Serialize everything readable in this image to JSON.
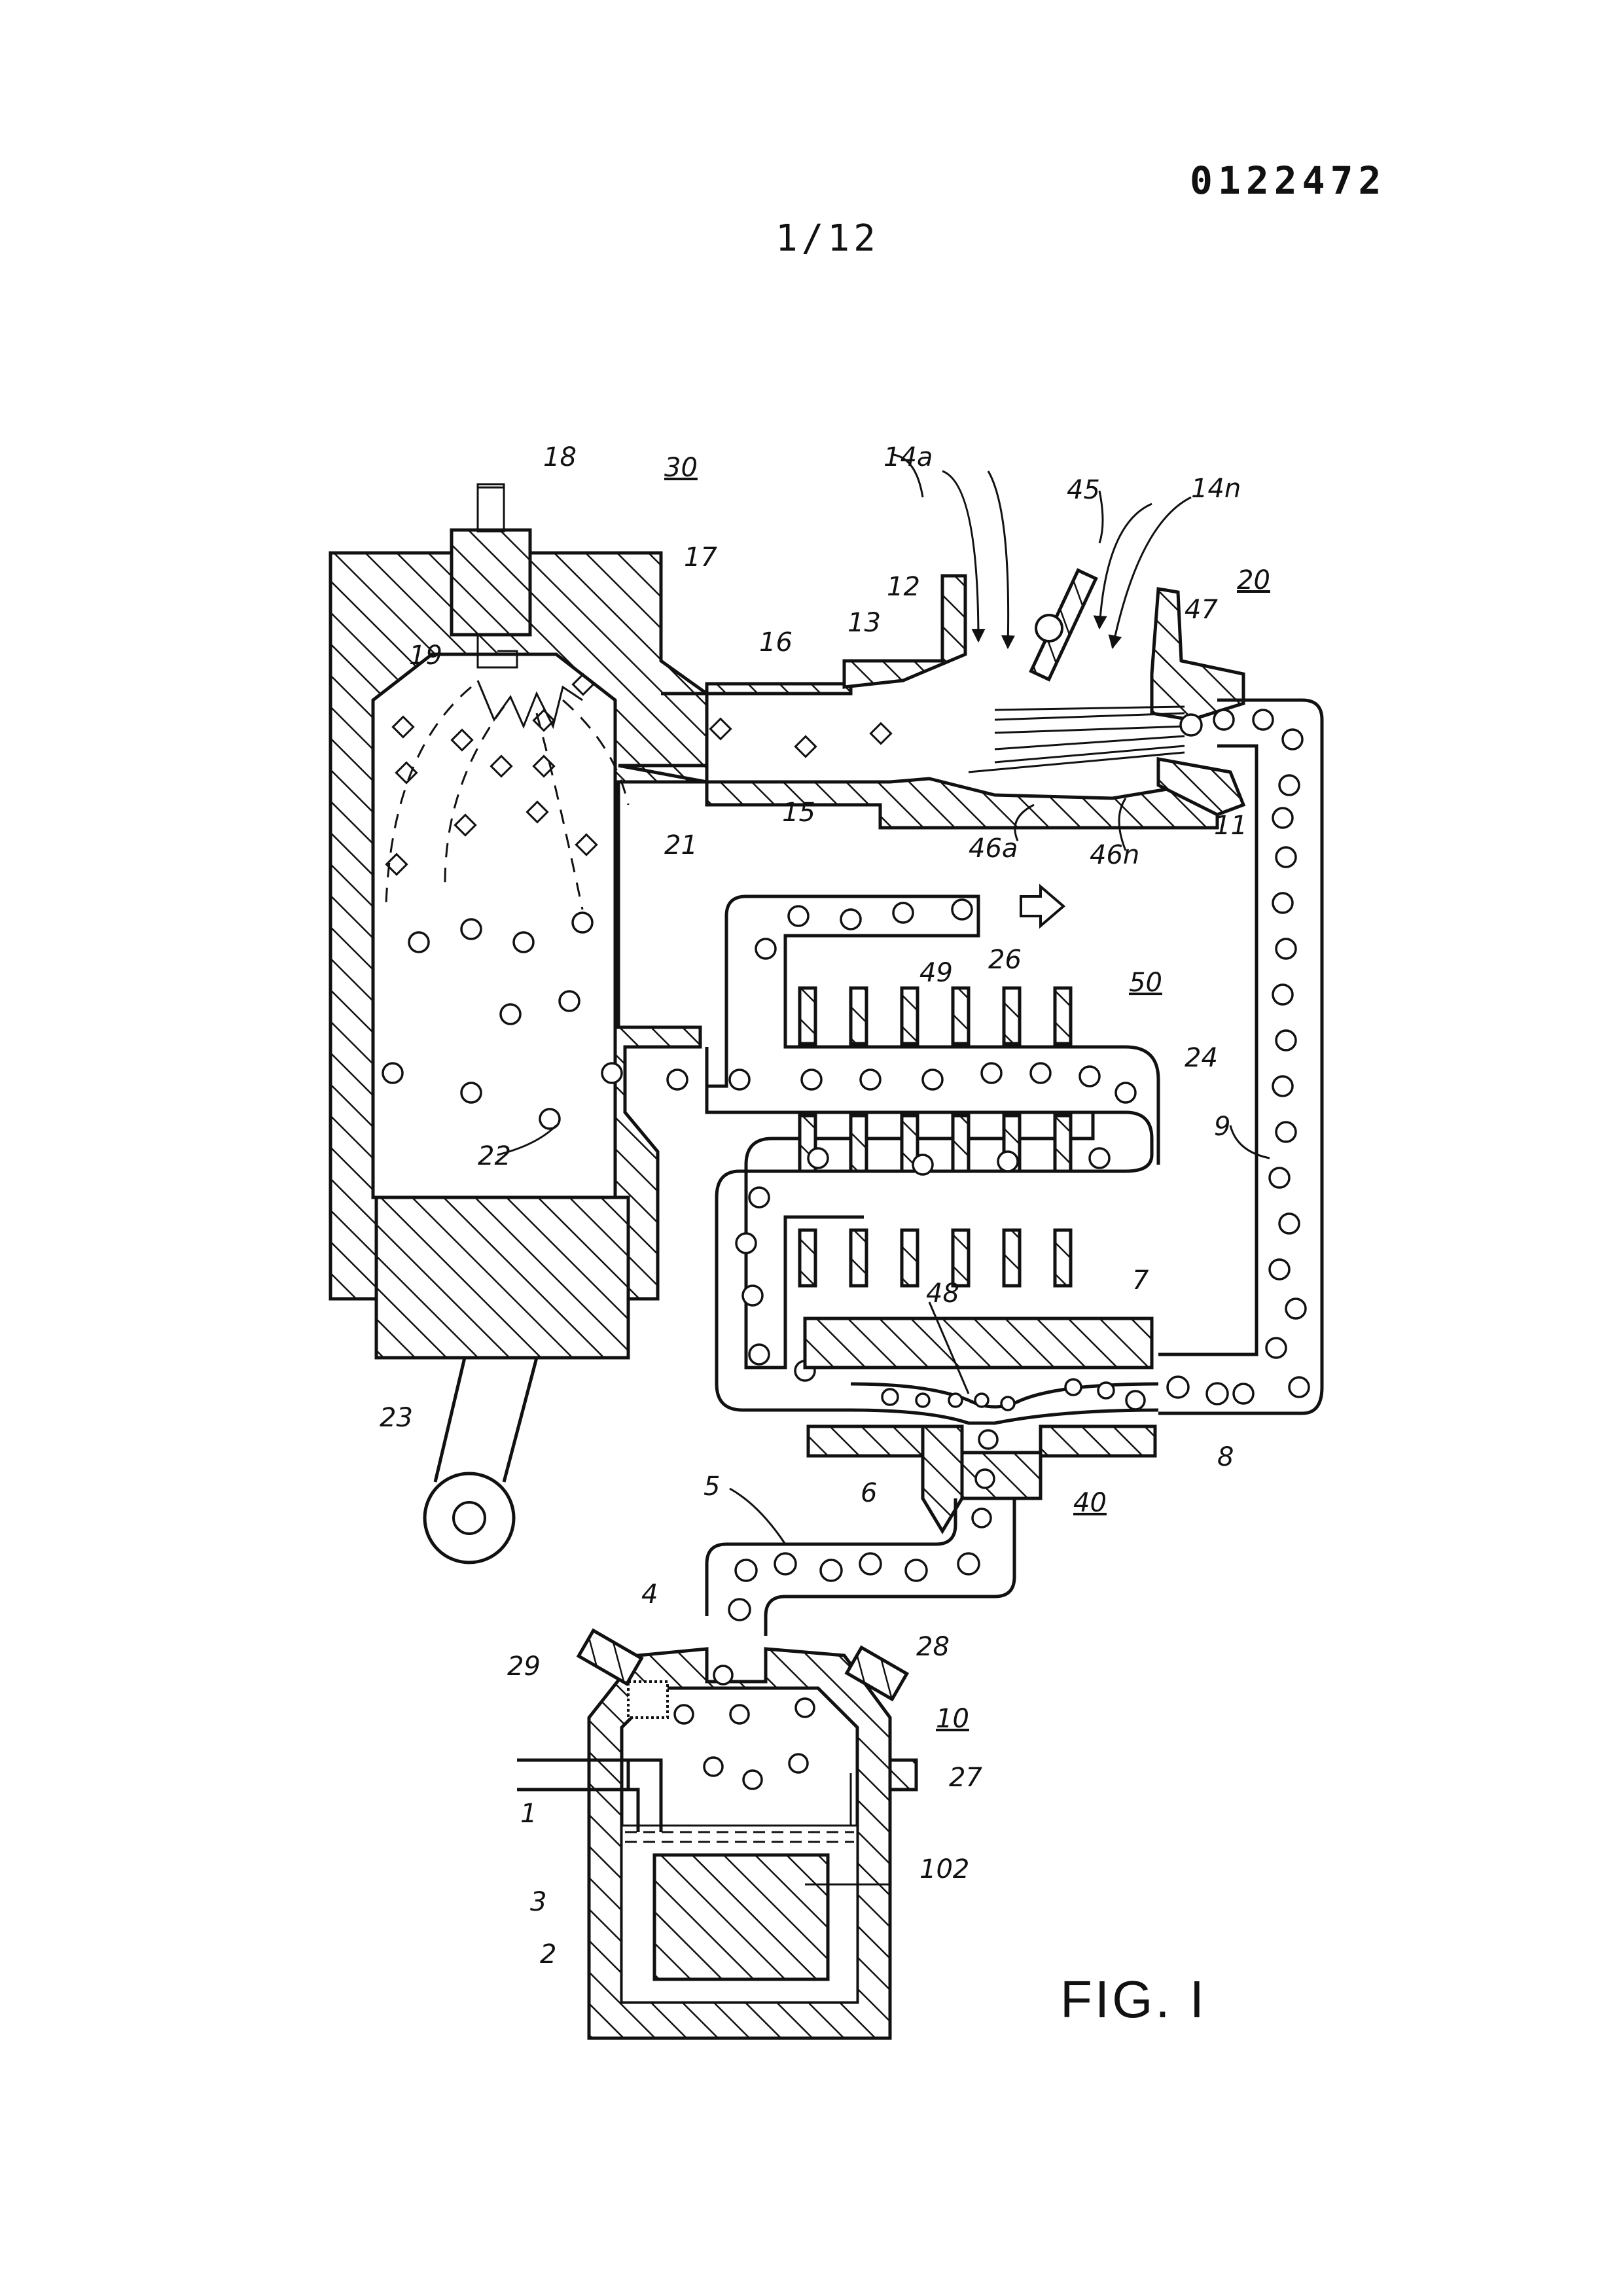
{
  "header": {
    "document_number": "0122472",
    "page_number": "1/12"
  },
  "figure": {
    "caption": "FIG. I",
    "labels": {
      "l1": "1",
      "l2": "2",
      "l3": "3",
      "l4": "4",
      "l5": "5",
      "l6": "6",
      "l7": "7",
      "l8": "8",
      "l9": "9",
      "l10": "10",
      "l11": "11",
      "l12": "12",
      "l13": "13",
      "l14a": "14a",
      "l14n": "14n",
      "l15": "15",
      "l16": "16",
      "l17": "17",
      "l18": "18",
      "l19": "19",
      "l20": "20",
      "l21": "21",
      "l22": "22",
      "l23": "23",
      "l24": "24",
      "l26": "26",
      "l27": "27",
      "l28": "28",
      "l29": "29",
      "l30": "30",
      "l40": "40",
      "l45": "45",
      "l46a": "46a",
      "l46n": "46n",
      "l47": "47",
      "l48": "48",
      "l49": "49",
      "l50": "50",
      "l102": "102"
    }
  }
}
